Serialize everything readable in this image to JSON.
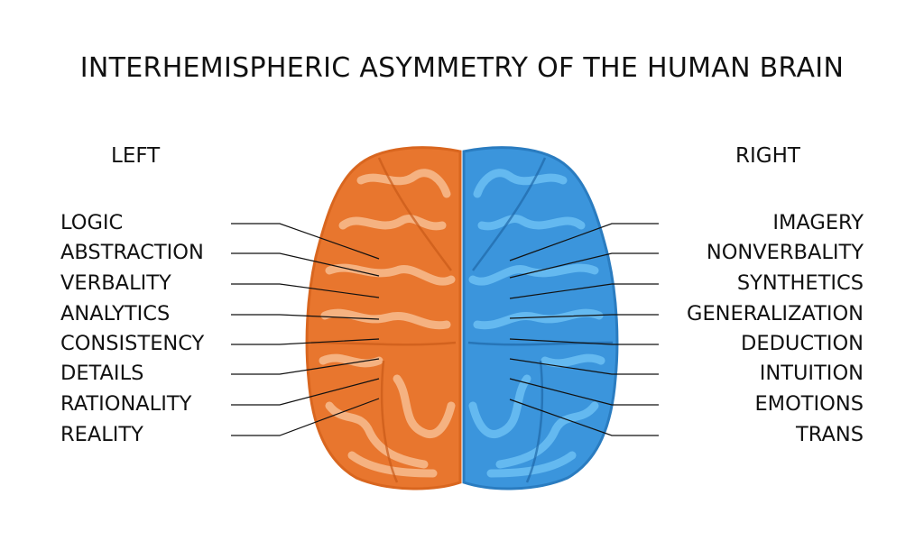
{
  "title": "INTERHEMISPHERIC ASYMMETRY OF THE HUMAN BRAIN",
  "left": {
    "heading": "LEFT",
    "color": "#e8762e",
    "items": [
      "LOGIC",
      "ABSTRACTION",
      "VERBALITY",
      "ANALYTICS",
      "CONSISTENCY",
      "DETAILS",
      "RATIONALITY",
      "REALITY"
    ]
  },
  "right": {
    "heading": "RIGHT",
    "color": "#3b95dc",
    "items": [
      "IMAGERY",
      "NONVERBALITY",
      "SYNTHETICS",
      "GENERALIZATION",
      "DEDUCTION",
      "INTUITION",
      "EMOTIONS",
      "TRANS"
    ]
  }
}
